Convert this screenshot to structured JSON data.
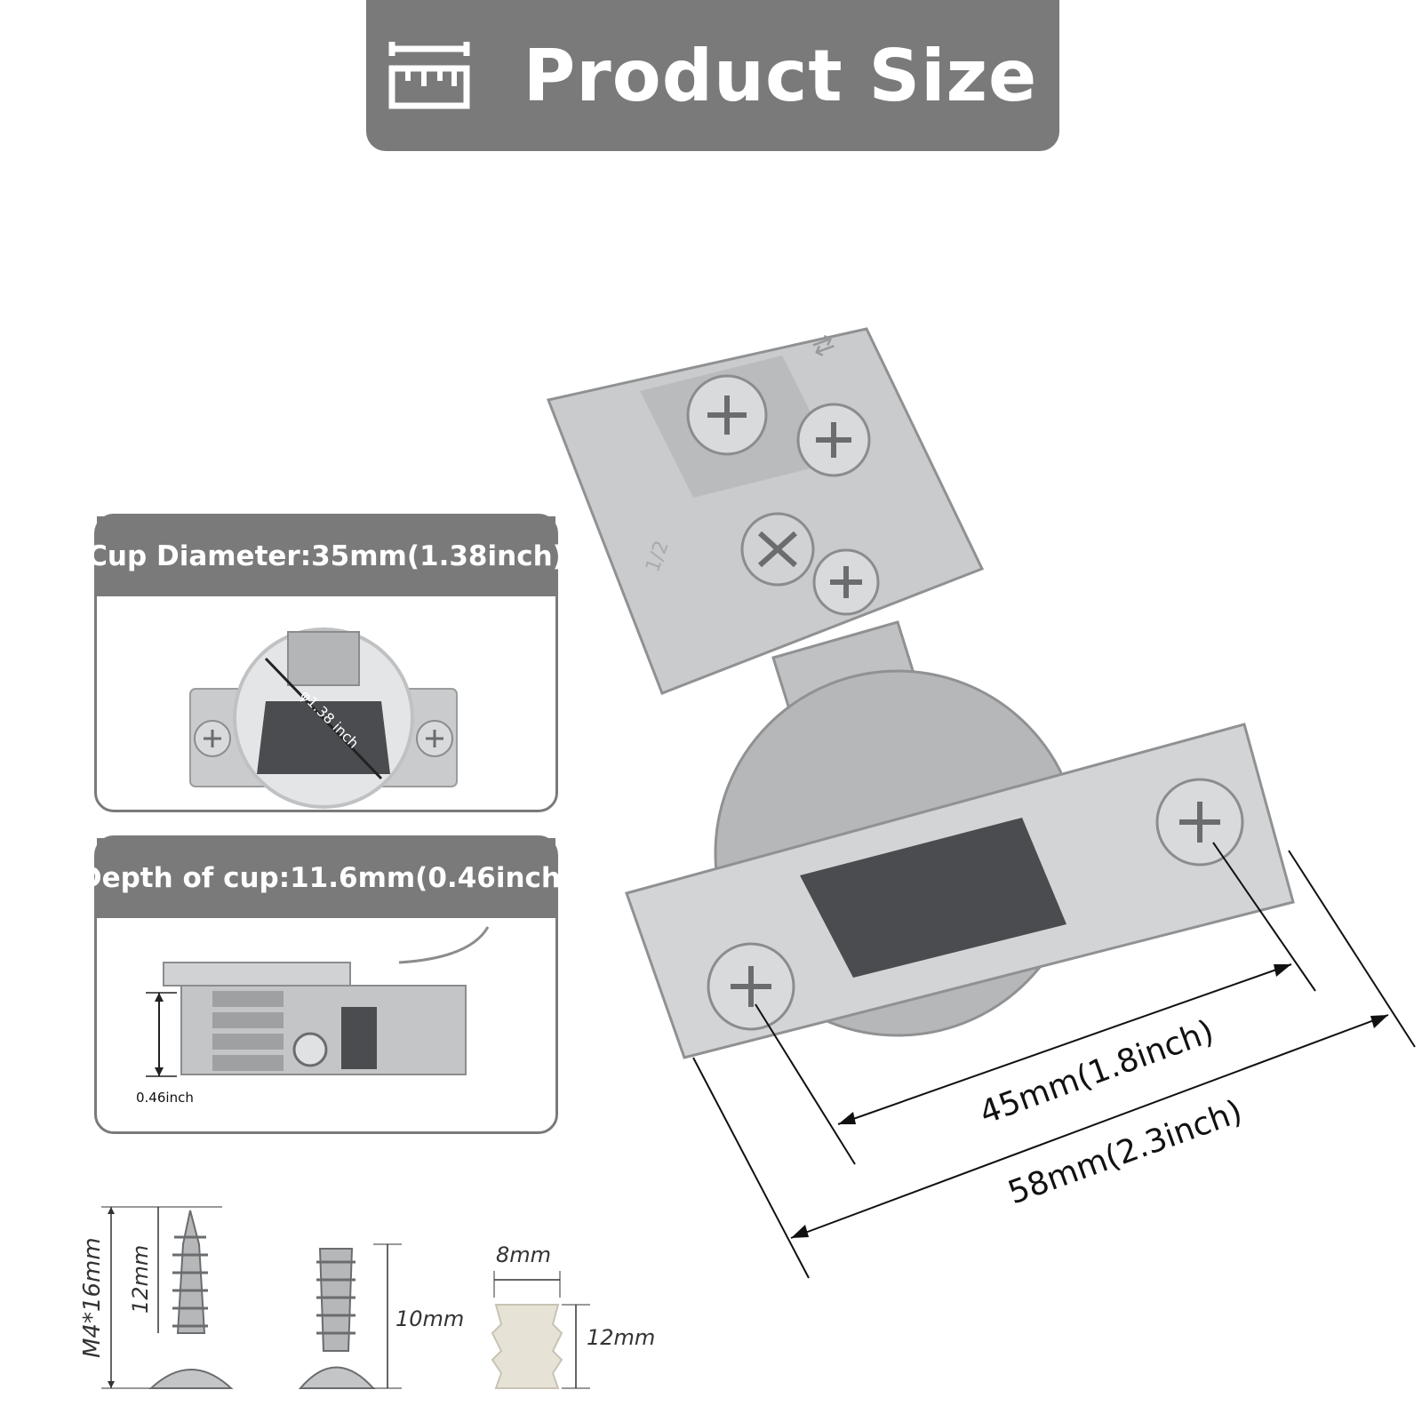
{
  "header": {
    "title": "Product Size",
    "icon": "ruler-icon"
  },
  "cup_diameter_panel": {
    "title": "Cup Diameter:35mm(1.38inch)",
    "diameter_label": "φ1.38 inch"
  },
  "cup_depth_panel": {
    "title": "Depth of cup:11.6mm(0.46inch)",
    "depth_label": "0.46inch"
  },
  "hinge_dimensions": {
    "hole_spacing_label": "45mm(1.8inch)",
    "plate_width_label": "58mm(2.3inch)",
    "arrow_marks": "⇄",
    "slot_mark": "1/2"
  },
  "screws": {
    "wood_screw_size": "M4*16mm",
    "wood_screw_thread": "12mm",
    "euro_screw_length": "10mm",
    "dowel_width": "8mm",
    "dowel_length": "12mm"
  },
  "colors": {
    "header_gray": "#7a7a7a",
    "metal": "#c9cbcd",
    "insert_dark": "#4a4c50",
    "dowel": "#e6e2d6"
  }
}
